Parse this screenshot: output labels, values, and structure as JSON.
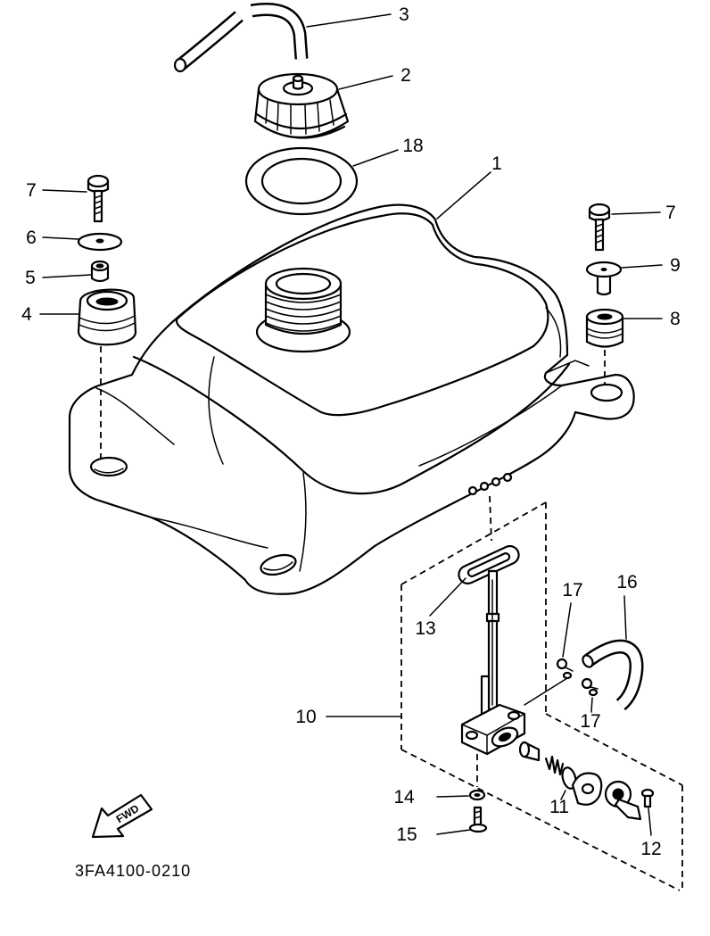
{
  "callouts": [
    "3",
    "2",
    "18",
    "1",
    "7",
    "6",
    "5",
    "4",
    "7",
    "9",
    "8",
    "13",
    "17",
    "16",
    "17",
    "10",
    "14",
    "15",
    "11",
    "12"
  ],
  "fwd_label": "FWD",
  "diagram_code": "3FA4100-0210"
}
